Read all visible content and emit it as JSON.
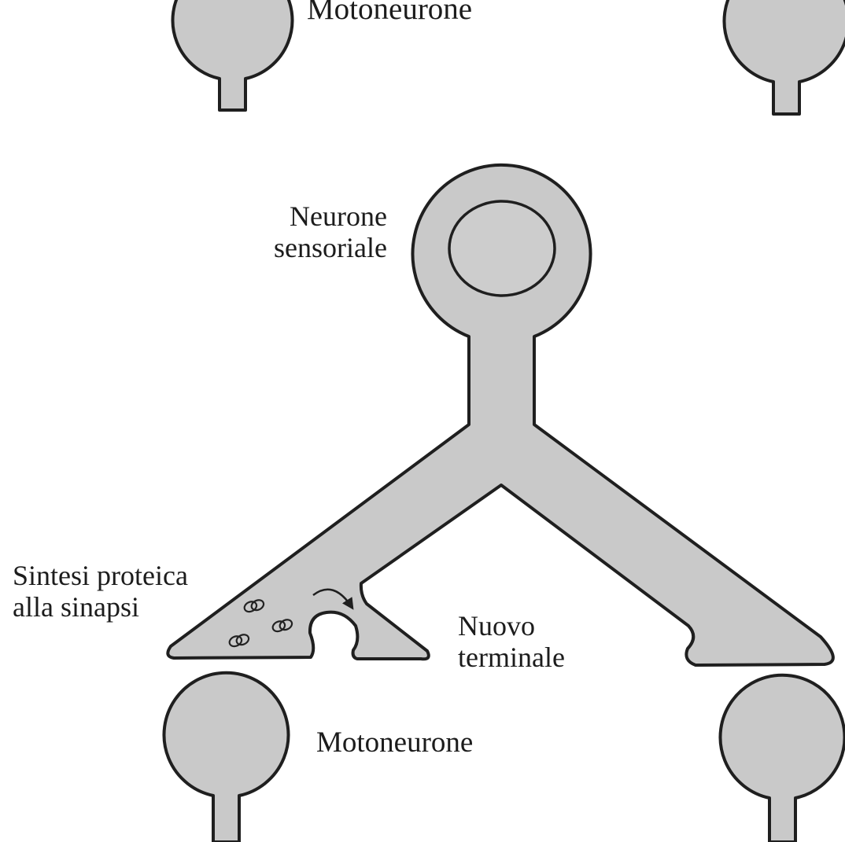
{
  "labels": {
    "motoneurone_top": "Motoneurone",
    "sensory_line1": "Neurone",
    "sensory_line2": "sensoriale",
    "synthesis_line1": "Sintesi proteica",
    "synthesis_line2": "alla sinapsi",
    "terminal_line1": "Nuovo",
    "terminal_line2": "terminale",
    "motoneurone_bottom": "Motoneurone"
  },
  "colors": {
    "cell_fill": "#c9c9c9",
    "outline": "#1f1f1f",
    "background": "#ffffff"
  }
}
